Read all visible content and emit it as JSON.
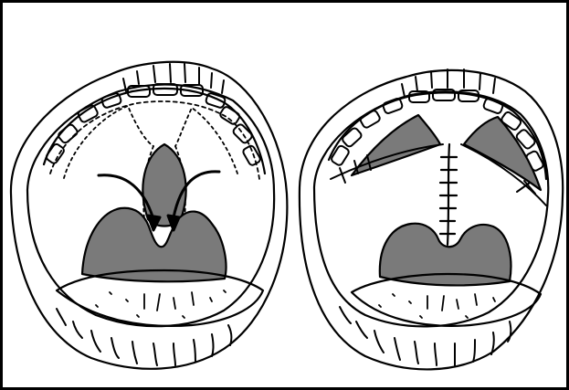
{
  "figure": {
    "panels": [
      {
        "id": "preoperative",
        "shows": [
          "open-mouth",
          "upper-teeth",
          "lower-teeth",
          "tongue",
          "palatal-cleft",
          "flap-incision-lines",
          "flap-movement-arrows"
        ]
      },
      {
        "id": "postoperative",
        "shows": [
          "open-mouth",
          "upper-teeth",
          "lower-teeth",
          "tongue",
          "midline-suture-line",
          "lateral-relaxing-incisions"
        ]
      }
    ],
    "colors": {
      "line": "#000000",
      "tissue_fill": "#7a7a7a",
      "background": "#ffffff"
    }
  }
}
